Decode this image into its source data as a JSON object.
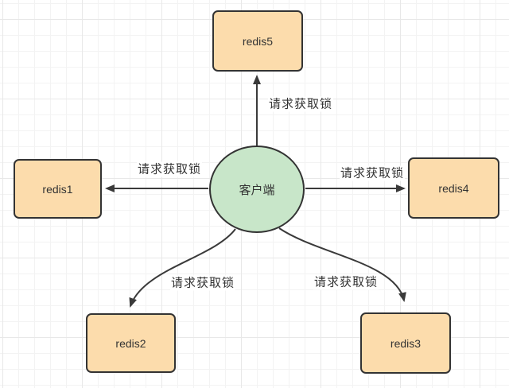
{
  "diagram": {
    "center_node": {
      "id": "client",
      "label": "客户端",
      "shape": "ellipse"
    },
    "nodes": [
      {
        "id": "redis1",
        "label": "redis1"
      },
      {
        "id": "redis2",
        "label": "redis2"
      },
      {
        "id": "redis3",
        "label": "redis3"
      },
      {
        "id": "redis4",
        "label": "redis4"
      },
      {
        "id": "redis5",
        "label": "redis5"
      }
    ],
    "edges": [
      {
        "from": "客户端",
        "to": "redis1",
        "label": "请求获取锁"
      },
      {
        "from": "客户端",
        "to": "redis2",
        "label": "请求获取锁"
      },
      {
        "from": "客户端",
        "to": "redis3",
        "label": "请求获取锁"
      },
      {
        "from": "客户端",
        "to": "redis4",
        "label": "请求获取锁"
      },
      {
        "from": "客户端",
        "to": "redis5",
        "label": "请求获取锁"
      }
    ],
    "colors": {
      "node_fill": "#fcdcac",
      "node_border": "#333333",
      "center_fill": "#c8e6c9",
      "center_border": "#333333",
      "arrow": "#3a3a3a",
      "text": "#333333",
      "grid_minor": "#f3f3f3",
      "grid_major": "#e8e8e8",
      "background": "#ffffff"
    }
  }
}
